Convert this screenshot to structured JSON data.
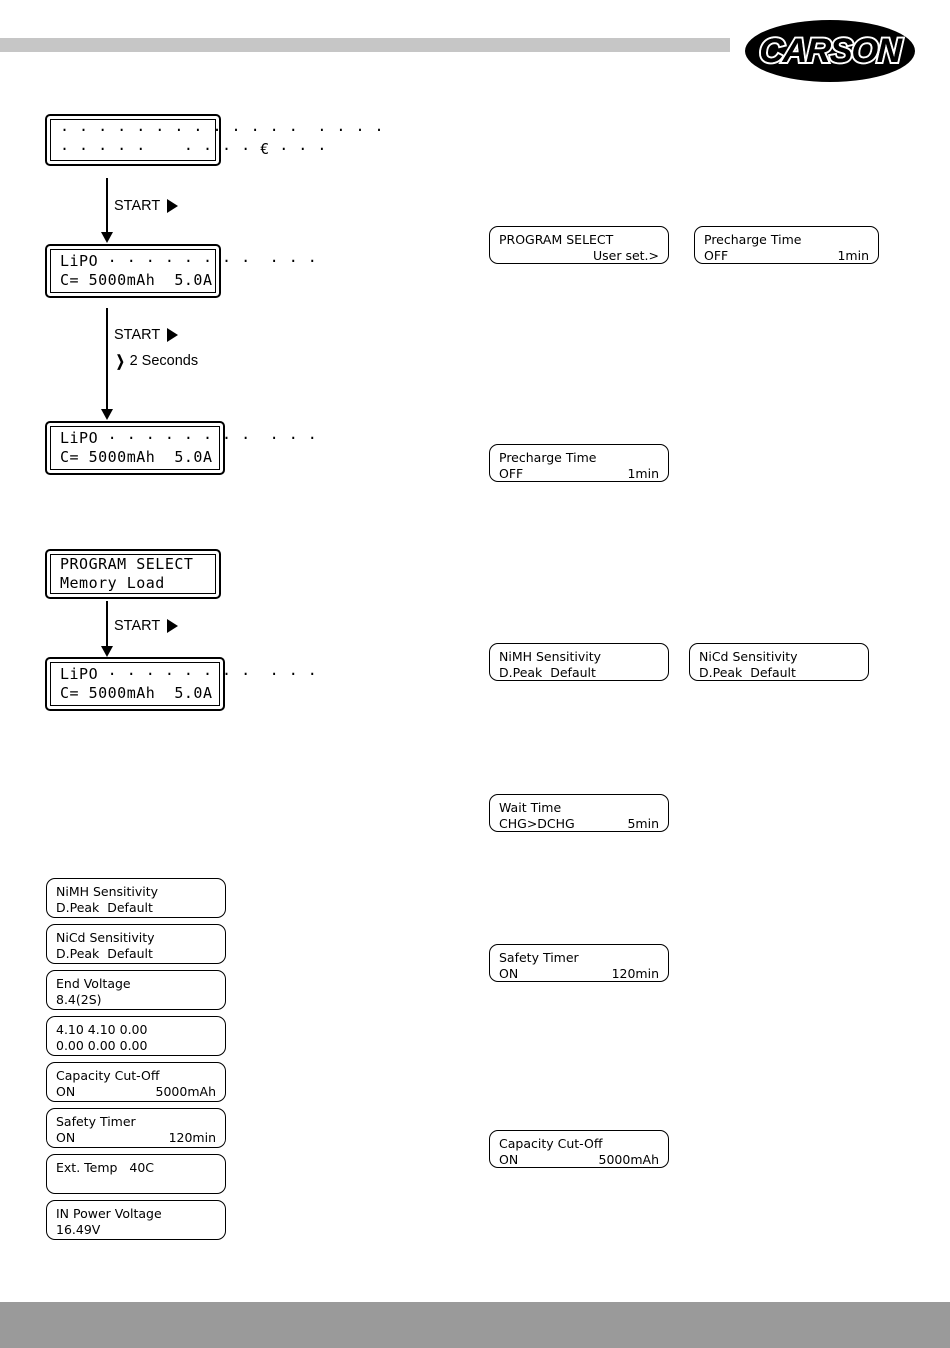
{
  "header": {
    "brand": "CARSON",
    "bar_color": "#c6c6c6"
  },
  "footer": {
    "bar_color": "#9a9a9a"
  },
  "flow_left": {
    "screens": [
      {
        "name": "startup-screen",
        "line1": "· · · · · · · · · · · · ·  · · · ·",
        "line2": "· · · · ·    · · · · € · · ·"
      },
      {
        "name": "lipo-screen-1",
        "line1": "LiPO · · · · · · · ·  · · ·",
        "line2": "C= 5000mAh  5.0A"
      },
      {
        "name": "lipo-screen-2",
        "line1": "LiPO · · · · · · · ·  · · ·",
        "line2": "C= 5000mAh  5.0A"
      },
      {
        "name": "program-select-memory-load",
        "line1": "PROGRAM SELECT",
        "line2": "Memory Load"
      },
      {
        "name": "lipo-screen-3",
        "line1": "LiPO · · · · · · · ·  · · ·",
        "line2": "C= 5000mAh  5.0A"
      }
    ],
    "labels": {
      "start_1": "START",
      "start_2": "START",
      "hold_2_seconds": "2 Seconds",
      "start_3": "START"
    }
  },
  "left_settings_list": [
    {
      "name": "nimh-sensitivity",
      "line1": "NiMH Sensitivity",
      "line2": "D.Peak  Default"
    },
    {
      "name": "nicd-sensitivity",
      "line1": "NiCd Sensitivity",
      "line2": "D.Peak  Default"
    },
    {
      "name": "end-voltage",
      "line1": "End Voltage",
      "line2": "8.4(2S)"
    },
    {
      "name": "cell-voltages",
      "line1": "4.10 4.10 0.00",
      "line2": "0.00 0.00 0.00"
    },
    {
      "name": "capacity-cut-off",
      "line1": "Capacity Cut-Off",
      "line2_left": "ON",
      "line2_right": "5000mAh"
    },
    {
      "name": "safety-timer",
      "line1": "Safety Timer",
      "line2_left": "ON",
      "line2_right": "120min"
    },
    {
      "name": "ext-temp",
      "line1": "Ext. Temp   40C",
      "line2": ""
    },
    {
      "name": "in-power-voltage",
      "line1": "IN Power Voltage",
      "line2": "16.49V"
    }
  ],
  "right_settings": [
    {
      "name": "program-select-user-set",
      "line1": "PROGRAM SELECT",
      "line2": "User set.>"
    },
    {
      "name": "precharge-time-a",
      "line1": "Precharge Time",
      "line2_left": "OFF",
      "line2_right": "1min"
    },
    {
      "name": "precharge-time-b",
      "line1": "Precharge Time",
      "line2_left": "OFF",
      "line2_right": "1min"
    },
    {
      "name": "nimh-sensitivity-right",
      "line1": "NiMH Sensitivity",
      "line2": "D.Peak  Default"
    },
    {
      "name": "nicd-sensitivity-right",
      "line1": "NiCd Sensitivity",
      "line2": "D.Peak  Default"
    },
    {
      "name": "wait-time",
      "line1": "Wait Time",
      "line2_left": "CHG>DCHG",
      "line2_right": "5min"
    },
    {
      "name": "safety-timer-right",
      "line1": "Safety Timer",
      "line2_left": "ON",
      "line2_right": "120min"
    },
    {
      "name": "capacity-cut-off-right",
      "line1": "Capacity Cut-Off",
      "line2_left": "ON",
      "line2_right": "5000mAh"
    }
  ]
}
